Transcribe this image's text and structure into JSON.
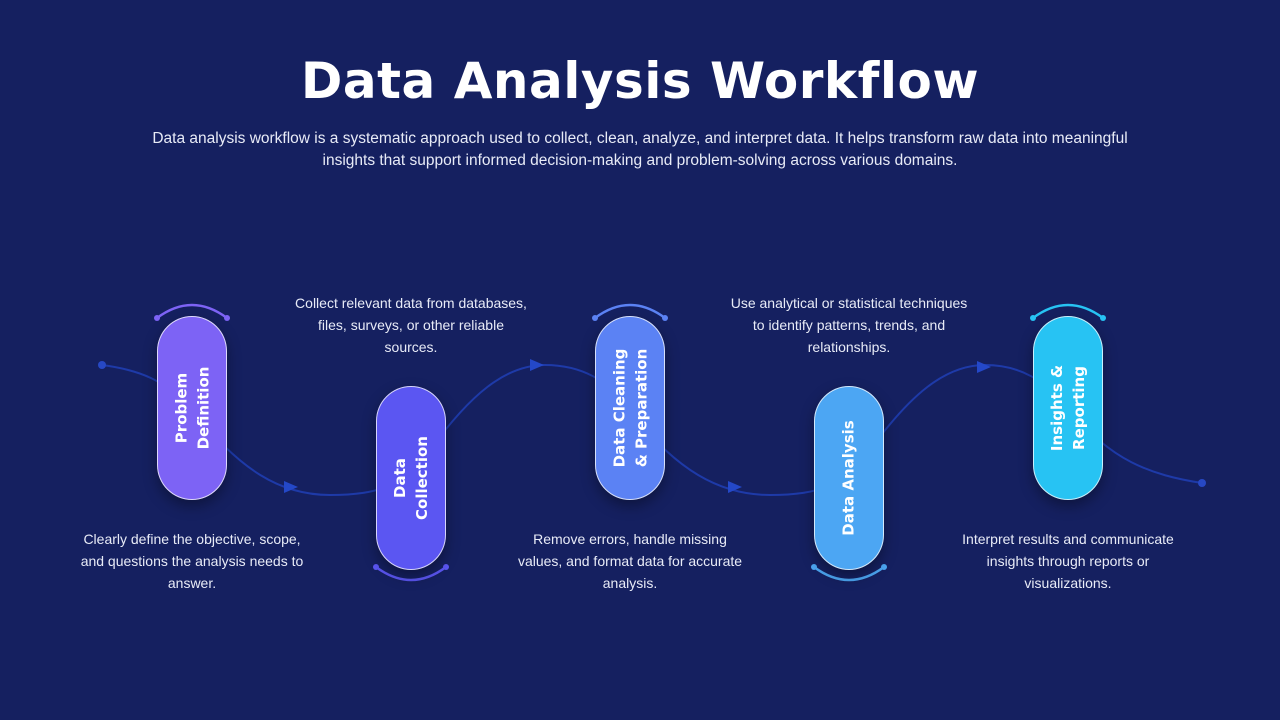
{
  "header": {
    "title": "Data Analysis Workflow",
    "subtitle": "Data analysis workflow is a systematic approach used to collect, clean, analyze, and interpret data. It helps transform raw data into meaningful insights that support informed decision-making and problem-solving across various domains."
  },
  "colors": {
    "background": "#152060",
    "flow_line": "#1e3aa8"
  },
  "steps": [
    {
      "label": "Problem\nDefinition",
      "description": "Clearly define the objective, scope, and questions the analysis needs to answer.",
      "color": "#7d63f5"
    },
    {
      "label": "Data\nCollection",
      "description": "Collect relevant data from databases, files, surveys, or other reliable sources.",
      "color": "#5b56f2"
    },
    {
      "label": "Data Cleaning\n& Preparation",
      "description": "Remove errors, handle missing values, and format data for accurate analysis.",
      "color": "#5b82f4"
    },
    {
      "label": "Data Analysis",
      "description": "Use analytical or statistical techniques to identify patterns, trends, and relationships.",
      "color": "#4ca6f3"
    },
    {
      "label": "Insights &\nReporting",
      "description": "Interpret results and communicate insights through reports or visualizations.",
      "color": "#27c3f3"
    }
  ]
}
